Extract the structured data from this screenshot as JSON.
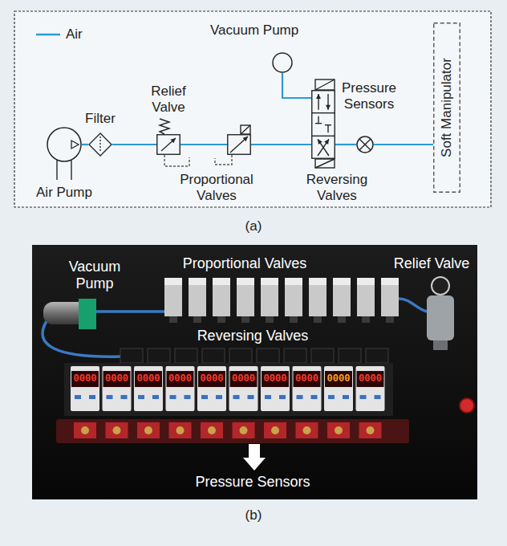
{
  "diagram": {
    "nodes": [
      {
        "text": [
          "Air Pump"
        ]
      },
      {
        "text": [
          "Filter"
        ]
      },
      {
        "text": [
          "Relief Valve"
        ]
      },
      {
        "text": [
          "Proportional Valves"
        ]
      },
      {
        "text": [
          "Vacuum Pump"
        ]
      },
      {
        "text": [
          "Reversing Valves"
        ]
      },
      {
        "text": [
          "Pressure Sensors"
        ]
      },
      {
        "text": [
          "Soft Manipulator"
        ]
      }
    ],
    "edges": [
      {
        "from": 0,
        "to": 1,
        "arrow": "none"
      },
      {
        "from": 1,
        "to": 2,
        "arrow": "none"
      },
      {
        "from": 2,
        "to": 3,
        "arrow": "none"
      },
      {
        "from": 3,
        "to": 5,
        "arrow": "none"
      },
      {
        "from": 4,
        "to": 5,
        "arrow": "none"
      },
      {
        "from": 5,
        "to": 6,
        "arrow": "none"
      },
      {
        "from": 6,
        "to": 7,
        "arrow": "none"
      }
    ],
    "labels": [
      "(a)",
      "Vacuum Pump",
      "Proportional Valves",
      "Relief Valve",
      "Reversing Valves",
      "0000",
      "0000",
      "0000",
      "0000",
      "0000",
      "0000",
      "0000",
      "0000",
      "0000",
      "0000",
      "Pressure Sensors",
      "(b)"
    ],
    "legend": [
      {
        "text": "Air"
      }
    ]
  }
}
